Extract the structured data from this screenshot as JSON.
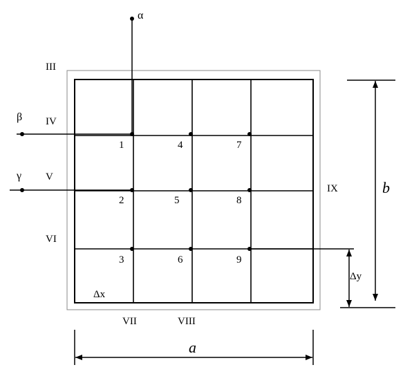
{
  "grid": {
    "rows": 4,
    "cols": 4
  },
  "node_labels": [
    "1",
    "2",
    "3",
    "4",
    "5",
    "6",
    "7",
    "8",
    "9"
  ],
  "line_labels": {
    "alpha": "α",
    "beta": "β",
    "gamma": "γ"
  },
  "roman_labels": {
    "iii": "III",
    "iv": "IV",
    "v": "V",
    "vi": "VI",
    "vii": "VII",
    "viii": "VIII",
    "ix": "IX"
  },
  "dimensions": {
    "width": "a",
    "height": "b",
    "dx": "Δx",
    "dy": "Δy"
  }
}
